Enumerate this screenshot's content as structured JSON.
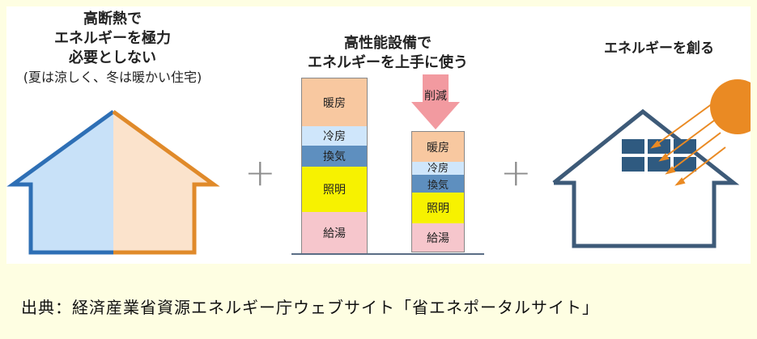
{
  "left": {
    "title_lines": [
      "高断熱で",
      "エネルギーを極力",
      "必要としない"
    ],
    "subtitle": "(夏は涼しく、冬は暖かい住宅)"
  },
  "middle": {
    "title_lines": [
      "高性能設備で",
      "エネルギーを上手に使う"
    ],
    "arrow_label": "削減",
    "before_blocks": [
      {
        "label": "暖房",
        "color": "#f8c8a0"
      },
      {
        "label": "冷房",
        "color": "#cfe6fb"
      },
      {
        "label": "換気",
        "color": "#5e8fbf"
      },
      {
        "label": "照明",
        "color": "#f7f200"
      },
      {
        "label": "給湯",
        "color": "#f6c6cc"
      }
    ],
    "after_blocks": [
      {
        "label": "暖房",
        "color": "#f8c8a0"
      },
      {
        "label": "冷房",
        "color": "#cfe6fb"
      },
      {
        "label": "換気",
        "color": "#5e8fbf"
      },
      {
        "label": "照明",
        "color": "#f7f200"
      },
      {
        "label": "給湯",
        "color": "#f6c6cc"
      }
    ]
  },
  "right": {
    "title": "エネルギーを創る"
  },
  "plus_sign": "+",
  "source": "出典：経済産業省資源エネルギー庁ウェブサイト「省エネポータルサイト」",
  "colors": {
    "blue": "#2e6fb5",
    "orange": "#e08a2a",
    "house_right_outline": "#3d5a78",
    "sun": "#ea8a23",
    "arrow": "#f29aa0"
  }
}
